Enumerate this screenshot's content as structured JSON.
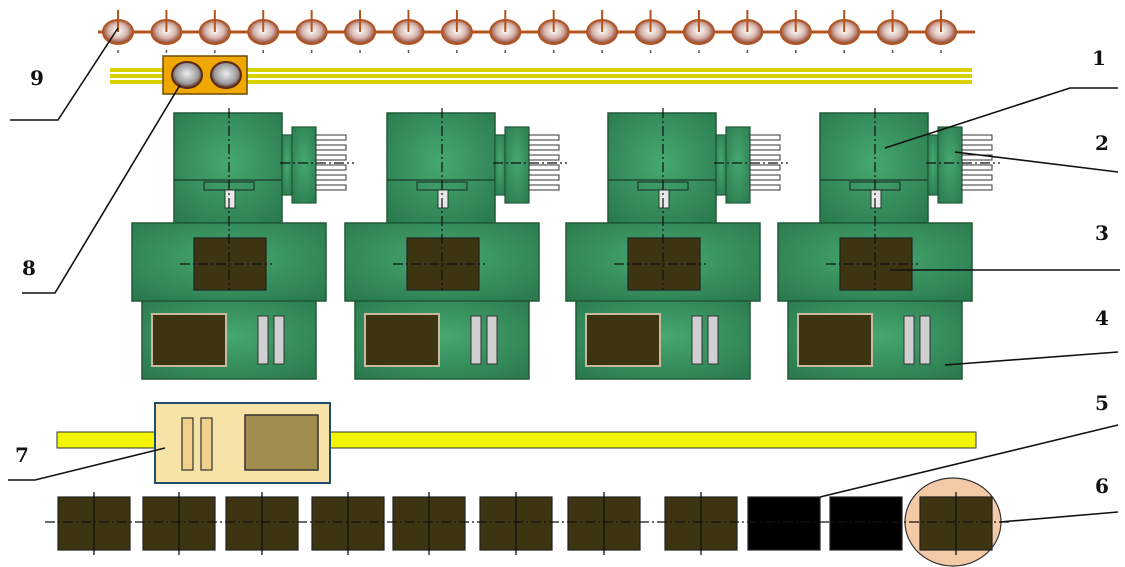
{
  "labels": {
    "l1": "1",
    "l2": "2",
    "l3": "3",
    "l4": "4",
    "l5": "5",
    "l6": "6",
    "l7": "7",
    "l8": "8",
    "l9": "9"
  },
  "colors": {
    "machine_green": "#2e8b57",
    "machine_edge": "#1f5a38",
    "dark_block": "#3d3512",
    "rail_yellow": "#f5f500",
    "rail_olive": "#c8c800",
    "tray_fill": "#f7e2a8",
    "tray_block": "#a08e4e",
    "pulley_orange": "#e8a800",
    "roller_line": "#b3541e",
    "highlight_circle": "#f3c9a6",
    "black_block": "#000000"
  },
  "machine_count": 4,
  "roller_count": 18,
  "workpiece_count": 11,
  "black_workpieces": 2
}
